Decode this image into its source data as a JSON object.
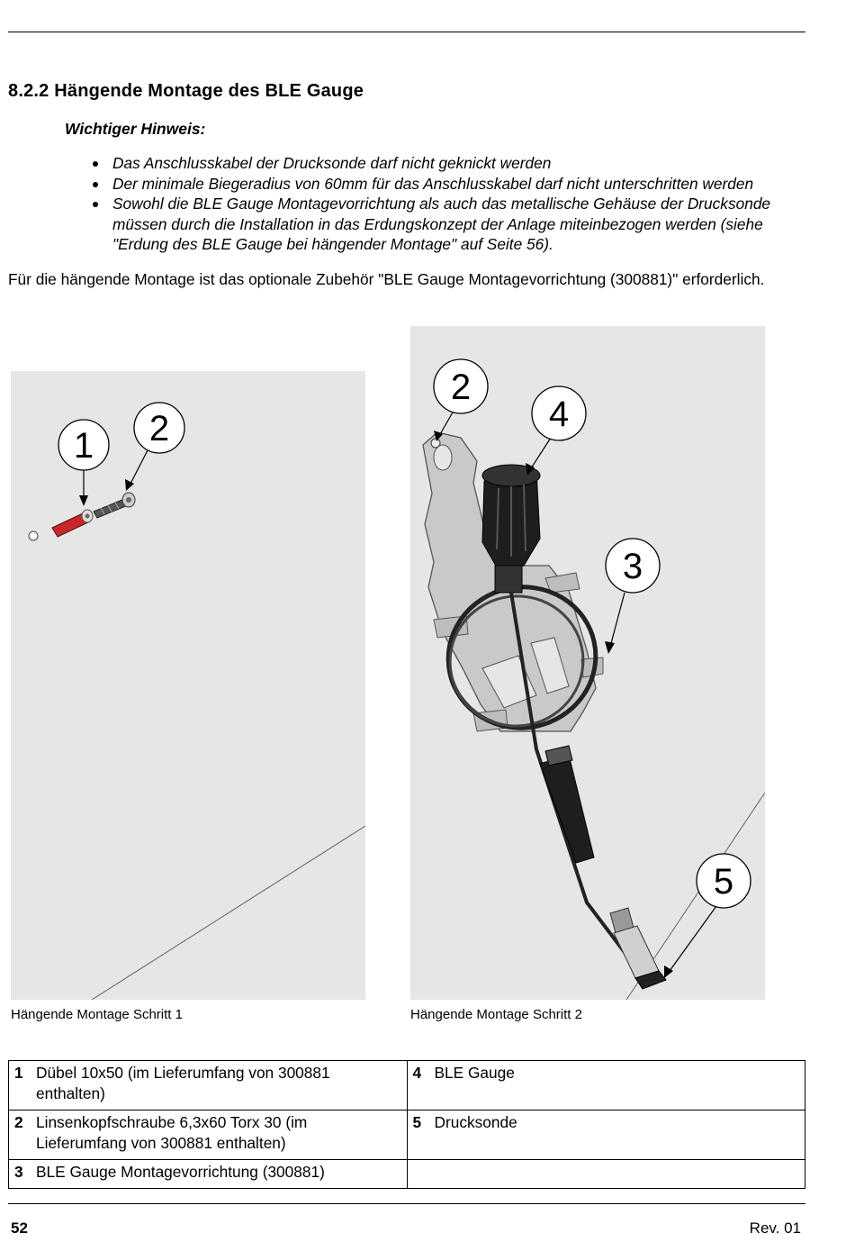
{
  "section": {
    "title": "8.2.2 Hängende Montage des BLE Gauge"
  },
  "note": {
    "title": "Wichtiger Hinweis:",
    "items": [
      "Das Anschlusskabel der Drucksonde darf nicht geknickt werden",
      "Der minimale Biegeradius von 60mm für das Anschlusskabel darf nicht unterschritten werden",
      "Sowohl die BLE Gauge Montagevorrichtung als auch das metallische Gehäuse der Drucksonde müssen durch die Installation in das Erdungskonzept der Anlage miteinbezogen werden (siehe \"Erdung des BLE Gauge bei hängender Montage\" auf Seite 56)."
    ]
  },
  "paragraph": "Für die hängende Montage ist das optionale Zubehör \"BLE Gauge Montagevorrichtung (300881)\" erforderlich.",
  "figures": [
    {
      "caption": "Hängende Montage Schritt 1",
      "callouts": [
        "1",
        "2"
      ]
    },
    {
      "caption": "Hängende Montage Schritt 2",
      "callouts": [
        "2",
        "4",
        "3",
        "5"
      ]
    }
  ],
  "legend": [
    [
      {
        "num": "1",
        "text": "Dübel 10x50 (im Lieferumfang von 300881 enthalten)"
      },
      {
        "num": "4",
        "text": "BLE Gauge"
      }
    ],
    [
      {
        "num": "2",
        "text": "Linsenkopfschraube 6,3x60 Torx 30 (im Lieferumfang von 300881 enthalten)"
      },
      {
        "num": "5",
        "text": "Drucksonde"
      }
    ],
    [
      {
        "num": "3",
        "text": "BLE Gauge Montagevorrichtung (300881)"
      },
      {
        "num": "",
        "text": ""
      }
    ]
  ],
  "footer": {
    "page": "52",
    "revision": "Rev. 01"
  }
}
